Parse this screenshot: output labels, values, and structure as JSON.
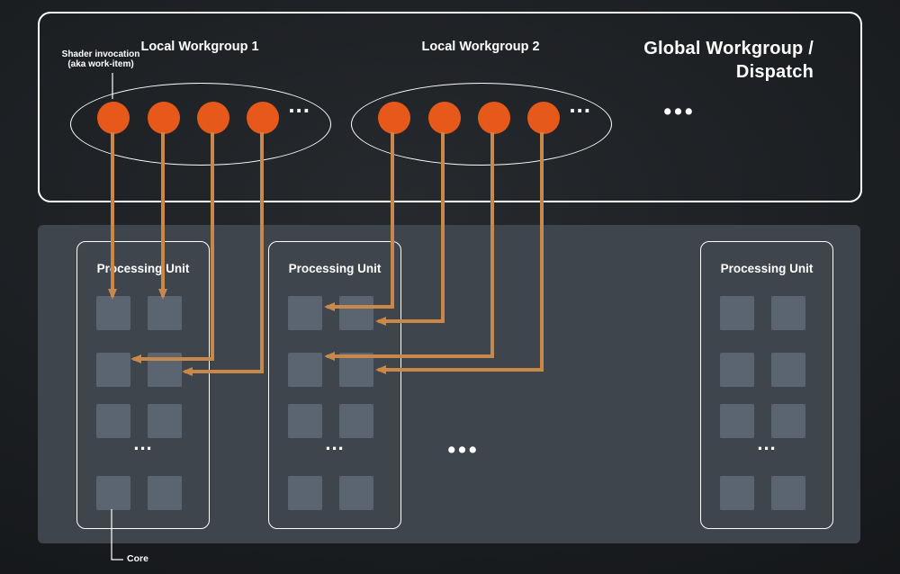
{
  "colors": {
    "background": "#1a1d1f",
    "device_panel": "#3e454d",
    "core": "#5b6571",
    "invocation": "#e6591a",
    "arrow": "#c8874b",
    "text": "#ffffff"
  },
  "global": {
    "title_line1": "Global Workgroup /",
    "title_line2": "Dispatch",
    "shader_label_line1": "Shader invocation",
    "shader_label_line2": "(aka work-item)",
    "workgroups": [
      {
        "label": "Local Workgroup 1",
        "ellipsis": "..."
      },
      {
        "label": "Local Workgroup 2",
        "ellipsis": "..."
      }
    ],
    "more_dots": "•••"
  },
  "device": {
    "processing_units": [
      {
        "label": "Processing Unit",
        "ellipsis": "..."
      },
      {
        "label": "Processing Unit",
        "ellipsis": "..."
      },
      {
        "label": "Processing Unit",
        "ellipsis": "..."
      }
    ],
    "more_dots": "•••",
    "core_label": "Core"
  }
}
